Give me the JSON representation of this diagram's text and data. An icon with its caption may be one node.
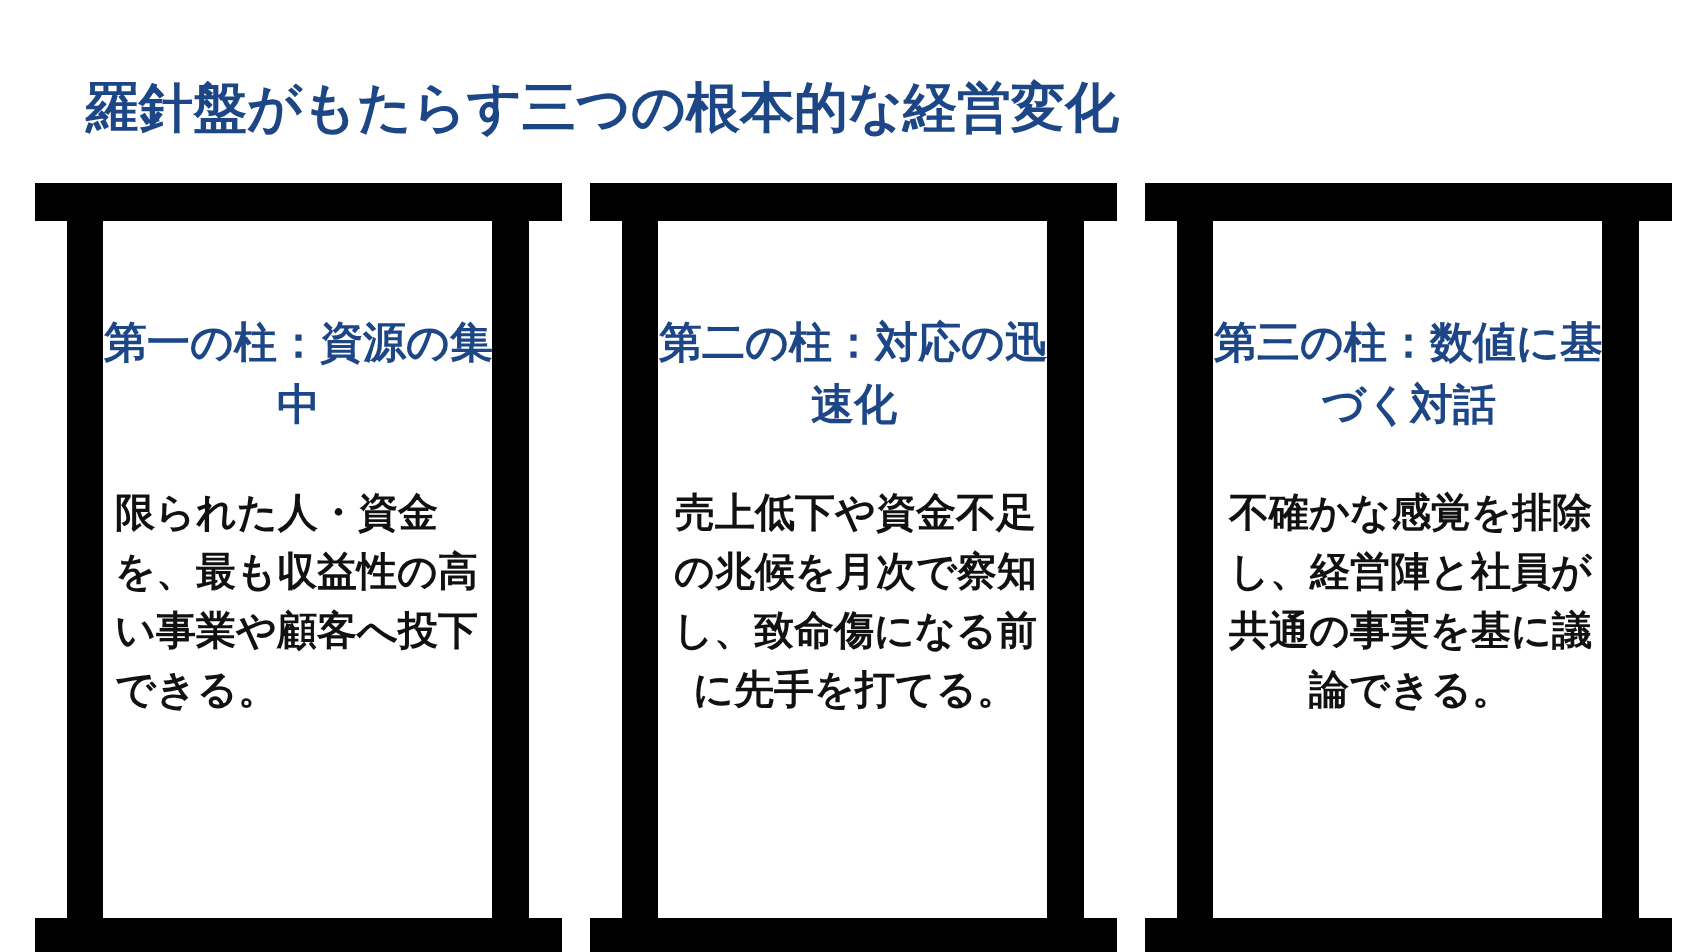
{
  "diagram": {
    "title": "羅針盤がもたらす三つの根本的な経営変化",
    "nodes": [
      {
        "text": [
          "第一の柱：資源の集中",
          "限られた人・資金を、最も収益性の高い事業や顧客へ投下できる。"
        ]
      },
      {
        "text": [
          "第二の柱：対応の迅速化",
          "売上低下や資金不足の兆候を月次で察知し、致命傷になる前に先手を打てる。"
        ]
      },
      {
        "text": [
          "第三の柱：数値に基づく対話",
          "不確かな感覚を排除し、経営陣と社員が共通の事実を基に議論できる。"
        ]
      }
    ]
  }
}
